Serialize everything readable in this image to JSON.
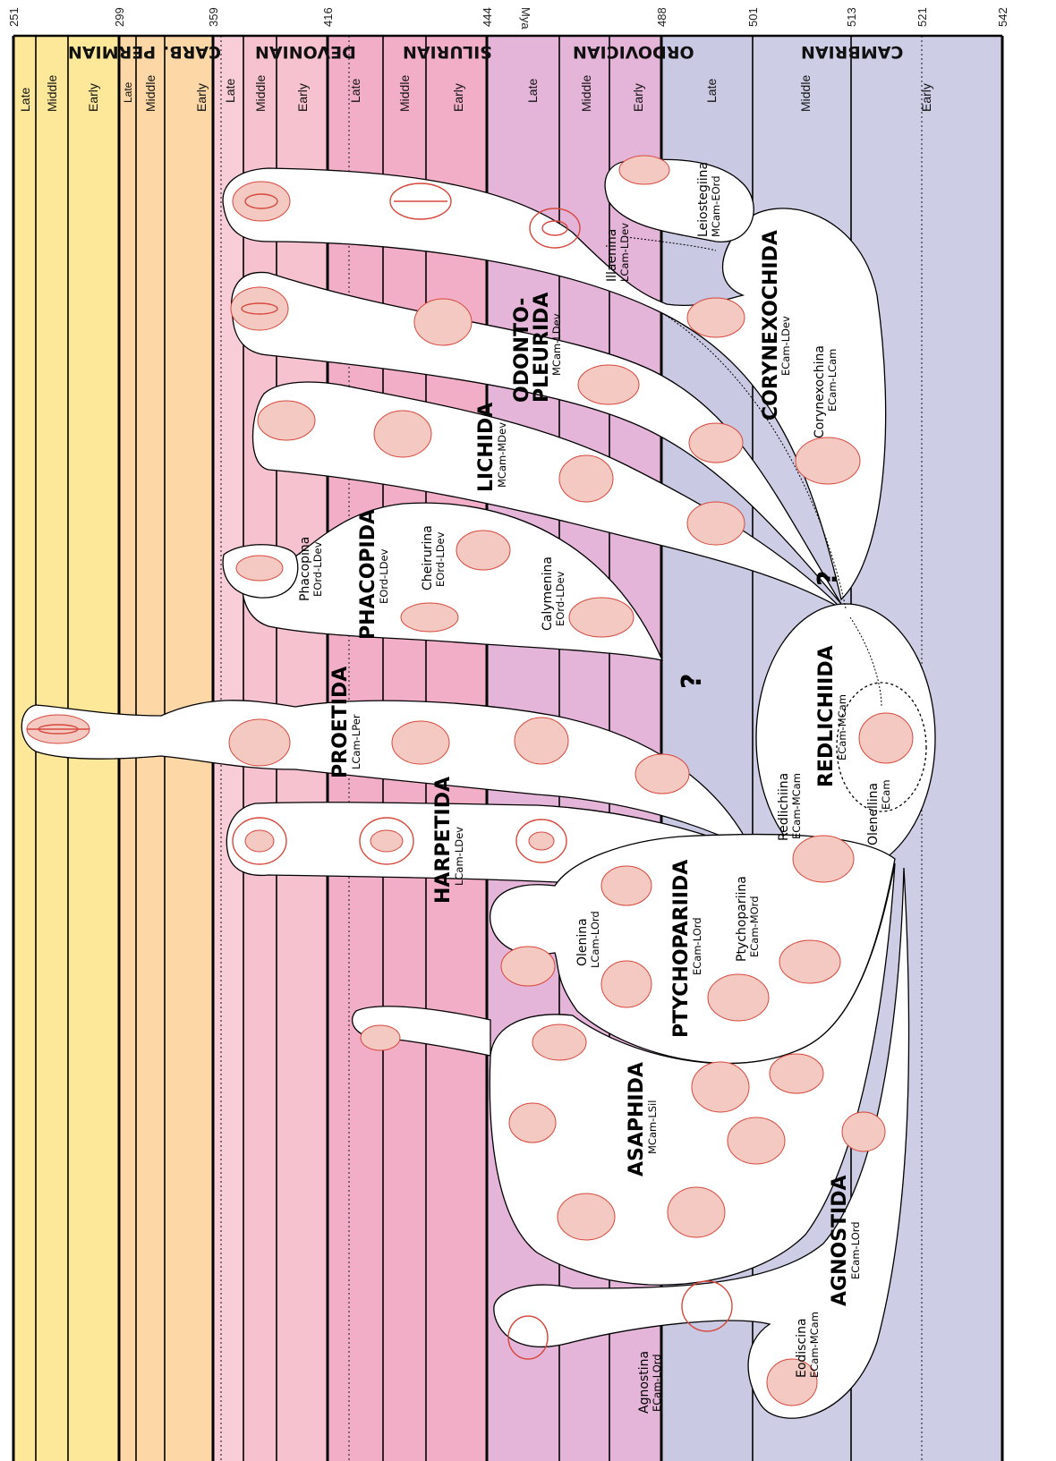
{
  "mya_label": "Mya",
  "timeline": {
    "boundaries": [
      {
        "id": "b251",
        "label": "251"
      },
      {
        "id": "b299",
        "label": "299"
      },
      {
        "id": "b359",
        "label": "359"
      },
      {
        "id": "b416",
        "label": "416"
      },
      {
        "id": "b444",
        "label": "444"
      },
      {
        "id": "b488",
        "label": "488"
      },
      {
        "id": "b501",
        "label": "501"
      },
      {
        "id": "b513",
        "label": "513"
      },
      {
        "id": "b521",
        "label": "521"
      },
      {
        "id": "b542",
        "label": "542"
      }
    ],
    "periods": [
      {
        "id": "permian",
        "label": "PERMIAN",
        "color": "#fde89a",
        "epochs": [
          "Late",
          "Middle",
          "Early"
        ]
      },
      {
        "id": "carb",
        "label": "CARB.",
        "color": "#fdd7a6",
        "epochs": [
          "Late",
          "Middle",
          "Early"
        ]
      },
      {
        "id": "devonian",
        "label": "DEVONIAN",
        "color": "#f6c2cf",
        "epochs": [
          "Late",
          "Middle",
          "Early"
        ]
      },
      {
        "id": "silurian",
        "label": "SILURIAN",
        "color": "#f3aec7",
        "epochs": [
          "Late",
          "Middle",
          "Early"
        ]
      },
      {
        "id": "ordovician",
        "label": "ORDOVICIAN",
        "color": "#e5b4d9",
        "epochs": [
          "Late",
          "Middle",
          "Early"
        ]
      },
      {
        "id": "cambrian",
        "label": "CAMBRIAN",
        "color": "#cdcde6",
        "epochs": [
          "Late",
          "Middle",
          "Early"
        ]
      }
    ]
  },
  "orders": {
    "corynexochida": {
      "name": "CORYNEXOCHIDA",
      "range": "ECam-LDev"
    },
    "odontopleurida": {
      "name1": "ODONTO-",
      "name2": "PLEURIDA",
      "range": "MCam-LDev"
    },
    "lichida": {
      "name": "LICHIDA",
      "range": "MCam-MDev"
    },
    "phacopida": {
      "name": "PHACOPIDA",
      "range": "EOrd-LDev"
    },
    "proetida": {
      "name": "PROETIDA",
      "range": "LCam-LPer"
    },
    "harpetida": {
      "name": "HARPETIDA",
      "range": "LCam-LDev"
    },
    "redlichiida": {
      "name": "REDLICHIIDA",
      "range": "ECam-MCam"
    },
    "ptychopariida": {
      "name": "PTYCHOPARIIDA",
      "range": "ECam-LOrd"
    },
    "asaphida": {
      "name": "ASAPHIDA",
      "range": "MCam-LSil"
    },
    "agnostida": {
      "name": "AGNOSTIDA",
      "range": "ECam-LOrd"
    }
  },
  "suborders": {
    "illaenina": {
      "name": "Illaenina",
      "range": "LCam-LDev"
    },
    "leiostegiina": {
      "name": "Leiostegiina",
      "range": "MCam-EOrd"
    },
    "corynexochina": {
      "name": "Corynexochina",
      "range": "ECam-LCam"
    },
    "phacopina": {
      "name": "Phacopina",
      "range": "EOrd-LDev"
    },
    "cheirurina": {
      "name": "Cheirurina",
      "range": "EOrd-LDev"
    },
    "calymenina": {
      "name": "Calymenina",
      "range": "EOrd-LDev"
    },
    "redlichiina": {
      "name": "Redlichiina",
      "range": "ECam-MCam"
    },
    "olenellina": {
      "name": "Olenellina",
      "range": "ECam"
    },
    "olenina": {
      "name": "Olenina",
      "range": "LCam-LOrd"
    },
    "ptychopariina": {
      "name": "Ptychopariina",
      "range": "ECam-MOrd"
    },
    "agnostina": {
      "name": "Agnostina",
      "range": "ECam-LOrd"
    },
    "eodiscina": {
      "name": "Eodiscina",
      "range": "ECam-MCam"
    }
  },
  "question_mark": "?"
}
